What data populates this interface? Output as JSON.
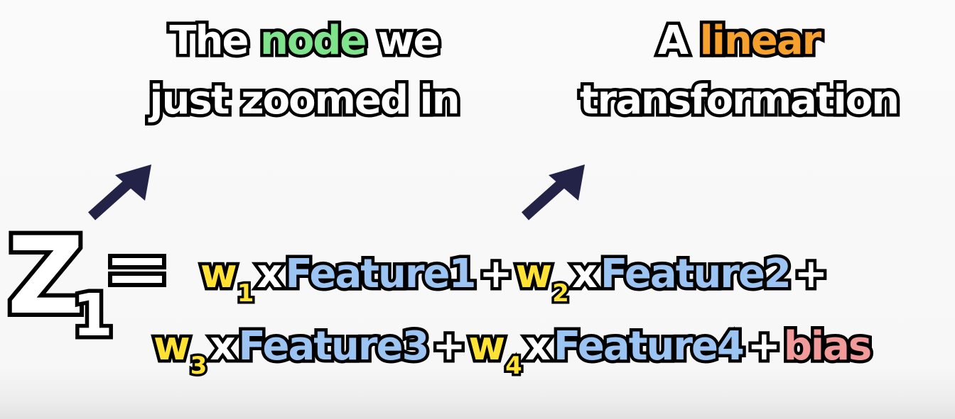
{
  "caption_left": {
    "line1_before": "The ",
    "line1_highlight": "node",
    "line1_after": " we",
    "line2": "just zoomed in"
  },
  "caption_right": {
    "line1_before": "A ",
    "line1_highlight": "linear",
    "line2": "transformation"
  },
  "lhs": {
    "symbol": "Z",
    "subscript": "1",
    "equals": "="
  },
  "equation_line_1": [
    {
      "weight": "w",
      "sub": "1",
      "times": "x",
      "feature": "Feature1",
      "plus": "+"
    },
    {
      "weight": "w",
      "sub": "2",
      "times": "x",
      "feature": "Feature2",
      "plus": "+"
    }
  ],
  "equation_line_2": [
    {
      "weight": "w",
      "sub": "3",
      "times": "x",
      "feature": "Feature3",
      "plus": "+"
    },
    {
      "weight": "w",
      "sub": "4",
      "times": "x",
      "feature": "Feature4",
      "plus": "+"
    }
  ],
  "bias": "bias",
  "colors": {
    "node_highlight": "#7ee38a",
    "linear_highlight": "#f6a02e",
    "weight": "#ffe234",
    "feature": "#9cc4f2",
    "bias": "#f2999a",
    "arrow": "#232347"
  },
  "icons": {
    "arrows": [
      "arrow-up-right-icon",
      "arrow-up-right-icon"
    ]
  }
}
